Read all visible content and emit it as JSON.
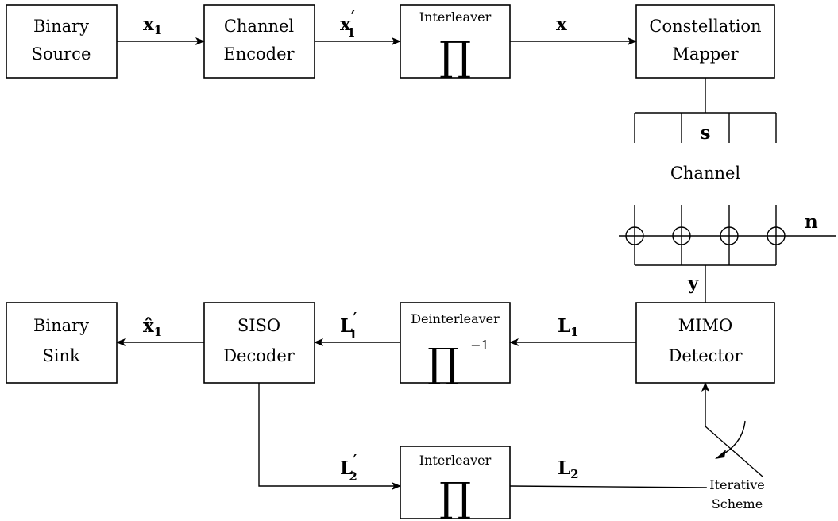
{
  "blocks": {
    "binary_source": [
      "Binary",
      "Source"
    ],
    "channel_encoder": [
      "Channel",
      "Encoder"
    ],
    "interleaver_top": "Interleaver",
    "constellation_mapper": [
      "Constellation",
      "Mapper"
    ],
    "mimo_detector": [
      "MIMO",
      "Detector"
    ],
    "deinterleaver": "Deinterleaver",
    "siso_decoder": [
      "SISO",
      "Decoder"
    ],
    "binary_sink": [
      "Binary",
      "Sink"
    ],
    "interleaver_bottom": "Interleaver",
    "product_symbol": "∏",
    "inverse_exponent": "−1"
  },
  "channel": {
    "label": "Channel"
  },
  "iterative": [
    "Iterative",
    "Scheme"
  ],
  "signals": {
    "x1": {
      "base": "x",
      "sub": "1"
    },
    "x1_prime": {
      "base": "x",
      "prime": "′",
      "sub": "1"
    },
    "x": {
      "base": "x"
    },
    "s": {
      "base": "s"
    },
    "n": {
      "base": "n"
    },
    "y": {
      "base": "y"
    },
    "L1": {
      "base": "L",
      "sub": "1"
    },
    "L1_prime": {
      "base": "L",
      "prime": "′",
      "sub": "1"
    },
    "x1_hat": {
      "base": "x̂",
      "sub": "1"
    },
    "L2_prime": {
      "base": "L",
      "prime": "′",
      "sub": "2"
    },
    "L2": {
      "base": "L",
      "sub": "2"
    }
  }
}
